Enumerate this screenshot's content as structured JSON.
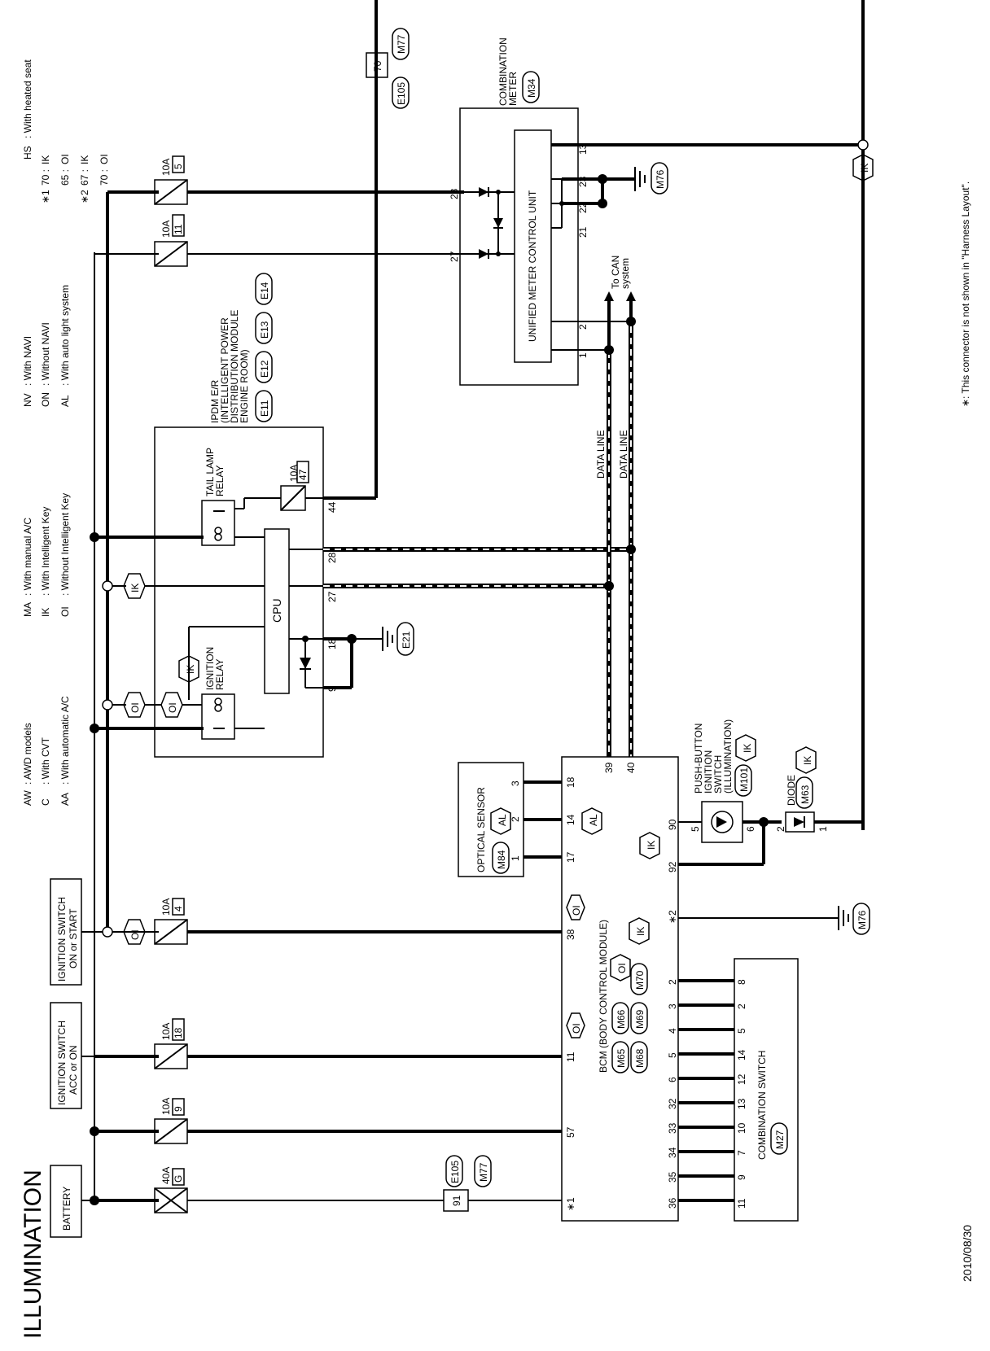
{
  "title": "ILLUMINATION",
  "date": "2010/08/30",
  "footnote": "∗: This connector is not shown in \"Harness Layout\".",
  "legend": {
    "col1": [
      {
        "code": "AW",
        "text": ": AWD models"
      },
      {
        "code": "C",
        "text": ": With CVT"
      },
      {
        "code": "AA",
        "text": ": With automatic A/C"
      }
    ],
    "col2": [
      {
        "code": "MA",
        "text": ": With manual A/C"
      },
      {
        "code": "IK",
        "text": ": With Intelligent Key"
      },
      {
        "code": "OI",
        "text": ": Without Intelligent Key"
      }
    ],
    "col3": [
      {
        "code": "NV",
        "text": ": With NAVI"
      },
      {
        "code": "ON",
        "text": ": Without NAVI"
      },
      {
        "code": "AL",
        "text": ": With auto light system"
      }
    ],
    "col4": [
      {
        "code": "HS",
        "text": ": With heated seat"
      }
    ],
    "notes": [
      {
        "mark": "∗1",
        "pin": "70 :",
        "code": "IK"
      },
      {
        "mark": "",
        "pin": "65 :",
        "code": "OI"
      },
      {
        "mark": "∗2",
        "pin": "67 :",
        "code": "IK"
      },
      {
        "mark": "",
        "pin": "70 :",
        "code": "OI"
      }
    ]
  },
  "sources": {
    "battery": "BATTERY",
    "ign_acc_1": "IGNITION SWITCH",
    "ign_acc_2": "ACC or ON",
    "ign_start_1": "IGNITION SWITCH",
    "ign_start_2": "ON or START"
  },
  "fuses": [
    {
      "amp": "40A",
      "id": "G"
    },
    {
      "amp": "10A",
      "id": "9"
    },
    {
      "amp": "10A",
      "id": "18"
    },
    {
      "amp": "10A",
      "id": "4"
    },
    {
      "amp": "10A",
      "id": "11"
    },
    {
      "amp": "10A",
      "id": "5"
    },
    {
      "amp": "10A",
      "id": "47"
    }
  ],
  "ipdm": {
    "line1": "IPDM E/R",
    "line2": "(INTELLIGENT POWER",
    "line3": "DISTRIBUTION MODULE",
    "line4": "ENGINE ROOM)",
    "connectors": [
      "E11",
      "E12",
      "E13",
      "E14"
    ],
    "cpu": "CPU",
    "ign_relay_1": "IGNITION",
    "ign_relay_2": "RELAY",
    "tail_relay_1": "TAIL LAMP",
    "tail_relay_2": "RELAY",
    "pins": [
      "9",
      "18",
      "27",
      "28",
      "44"
    ],
    "ground": "E21"
  },
  "meter": {
    "line1": "COMBINATION",
    "line2": "METER",
    "connector": "M34",
    "unit": "UNIFIED METER CONTROL UNIT",
    "pins": [
      "28",
      "27",
      "1",
      "2",
      "21",
      "22",
      "23",
      "13"
    ],
    "ground": "M76",
    "can_1": "To CAN",
    "can_2": "system"
  },
  "data_line": "DATA LINE",
  "e105": {
    "pin": "70",
    "conn1": "E105",
    "conn2": "M77"
  },
  "e105_bcm": {
    "pin": "91",
    "conn1": "E105",
    "conn2": "M77"
  },
  "bcm": {
    "title": "BCM (BODY CONTROL MODULE)",
    "connectors": [
      "M65",
      "M66",
      "M68",
      "M69",
      "M70"
    ],
    "code_oi": "OI",
    "code_ik": "IK",
    "pins_top": [
      "∗1",
      "57",
      "11",
      "38",
      "17",
      "14",
      "18",
      "39",
      "40"
    ],
    "pins_bottom": [
      "36",
      "35",
      "34",
      "33",
      "32",
      "6",
      "5",
      "4",
      "3",
      "2",
      "∗2",
      "92",
      "90"
    ]
  },
  "optical": {
    "name": "OPTICAL SENSOR",
    "connector": "M84",
    "code": "AL",
    "pins": [
      "1",
      "2",
      "3"
    ]
  },
  "push_button": {
    "line1": "PUSH-BUTTON",
    "line2": "IGNITION",
    "line3": "SWITCH",
    "line4": "(ILLUMINATION)",
    "connector": "M101",
    "code": "IK",
    "pins": [
      "5",
      "6"
    ]
  },
  "diode": {
    "name": "DIODE",
    "connector": "M63",
    "code": "IK",
    "pins": [
      "2",
      "1"
    ]
  },
  "bcm_ground": "M76",
  "comb_switch": {
    "name": "COMBINATION SWITCH",
    "connector": "M27",
    "pins": [
      "11",
      "9",
      "7",
      "10",
      "13",
      "12",
      "14",
      "5",
      "2",
      "8"
    ]
  },
  "ik_tag": "IK",
  "oi_tag": "OI"
}
